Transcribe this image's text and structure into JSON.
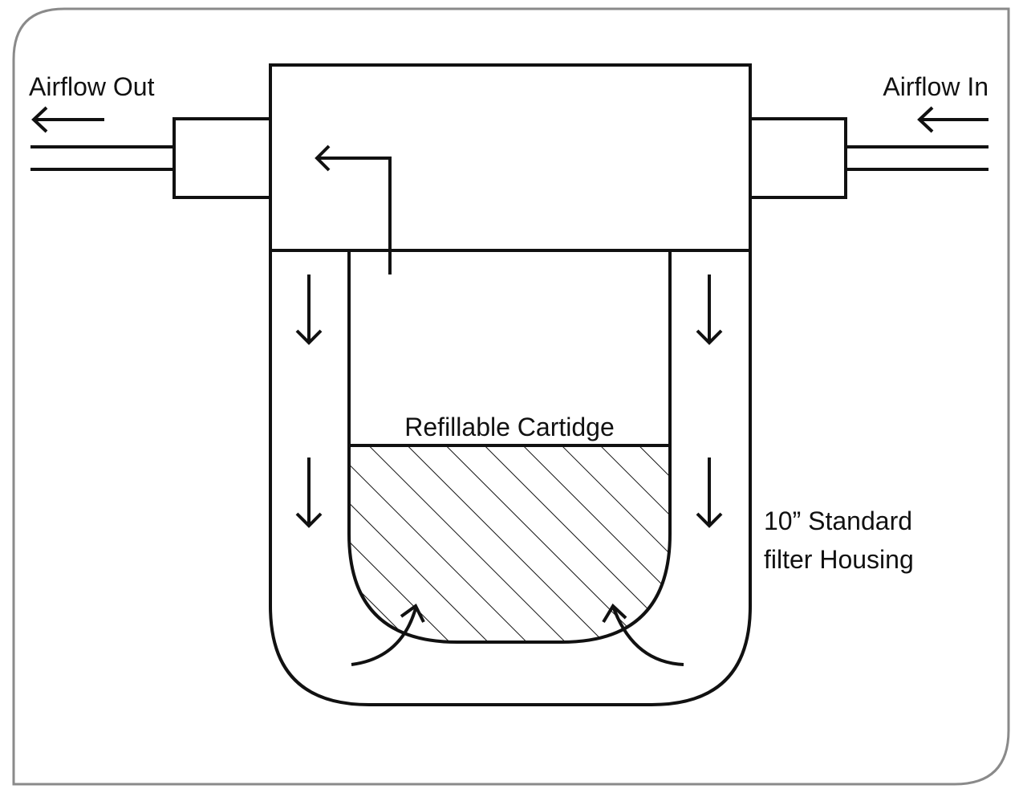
{
  "labels": {
    "airflow_out": "Airflow Out",
    "airflow_in": "Airflow In",
    "cartridge": "Refillable Cartidge",
    "housing_line1": "10” Standard",
    "housing_line2": "filter Housing"
  },
  "colors": {
    "stroke": "#111111",
    "frame": "#8a8a8a",
    "background": "#ffffff"
  }
}
